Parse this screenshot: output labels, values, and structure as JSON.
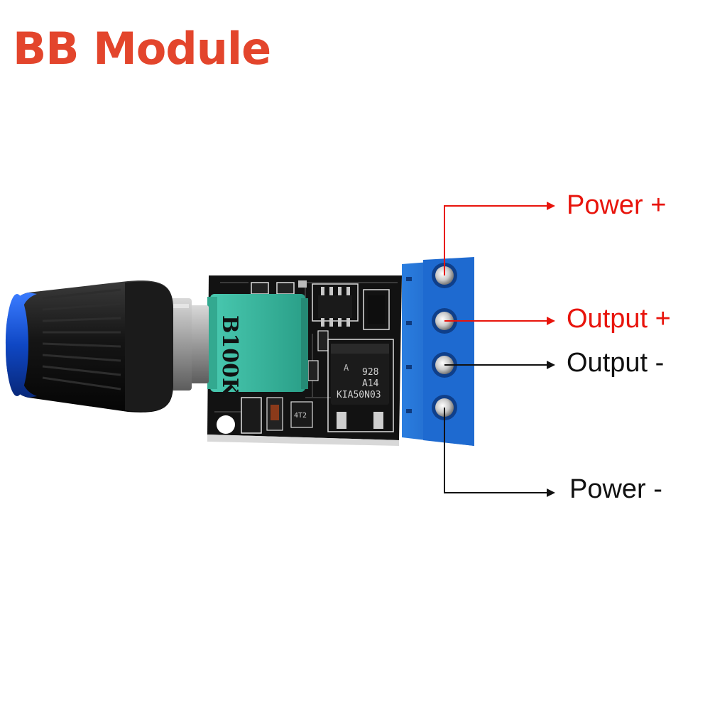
{
  "title": "BB Module",
  "colors": {
    "title": "#e3452c",
    "red_label": "#e8140c",
    "black_label": "#111111",
    "terminal_blue": "#1f6fd1",
    "potentiometer_green": "#3fbfa6",
    "pcb_black": "#121212",
    "knob_blue": "#1a58d8"
  },
  "component_marks": {
    "potentiometer": "B100K",
    "mosfet_line1": "928",
    "mosfet_line2": "A14",
    "mosfet_line3": "KIA50N03",
    "small_chip": "4T2"
  },
  "terminals": [
    {
      "label": "Power +",
      "color": "red"
    },
    {
      "label": "Output +",
      "color": "red"
    },
    {
      "label": "Output -",
      "color": "black"
    },
    {
      "label": "Power -",
      "color": "black"
    }
  ]
}
